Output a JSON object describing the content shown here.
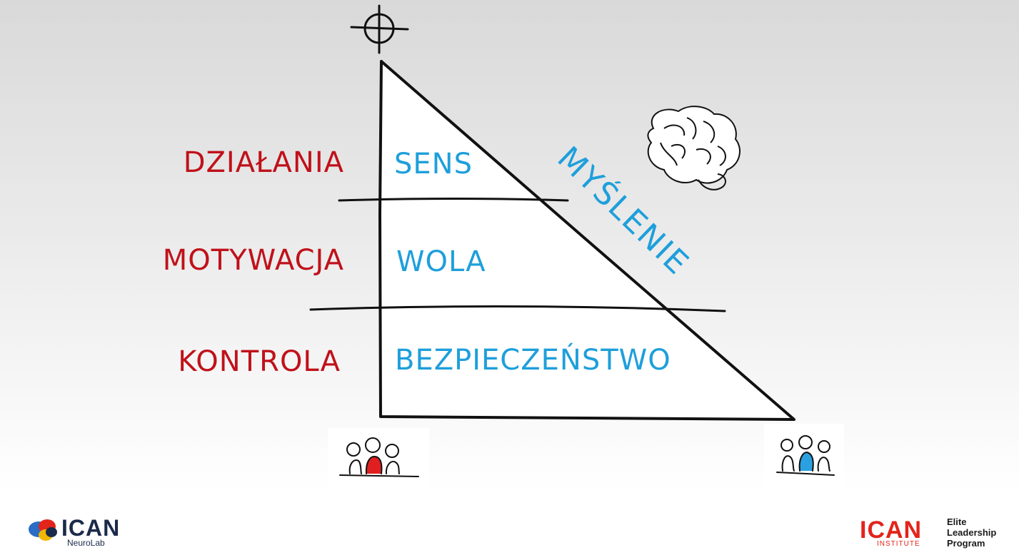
{
  "diagram": {
    "left_labels": [
      "DZIAŁANIA",
      "MOTYWACJA",
      "KONTROLA"
    ],
    "inner_labels": [
      "SENS",
      "WOLA",
      "BEZPIECZEŃSTWO"
    ],
    "axis_label": "MYŚLENIE",
    "colors": {
      "red": "#c0111a",
      "blue": "#1e9fdb",
      "line": "#111111"
    },
    "icons": [
      "target-icon",
      "brain-icon",
      "people-red-icon",
      "people-blue-icon"
    ]
  },
  "footer": {
    "left_logo": {
      "name": "ICAN",
      "sub": "NeuroLab"
    },
    "right_logo": {
      "name": "ICAN",
      "sub": "INSTITUTE",
      "program": [
        "Elite",
        "Leadership",
        "Program"
      ]
    }
  }
}
